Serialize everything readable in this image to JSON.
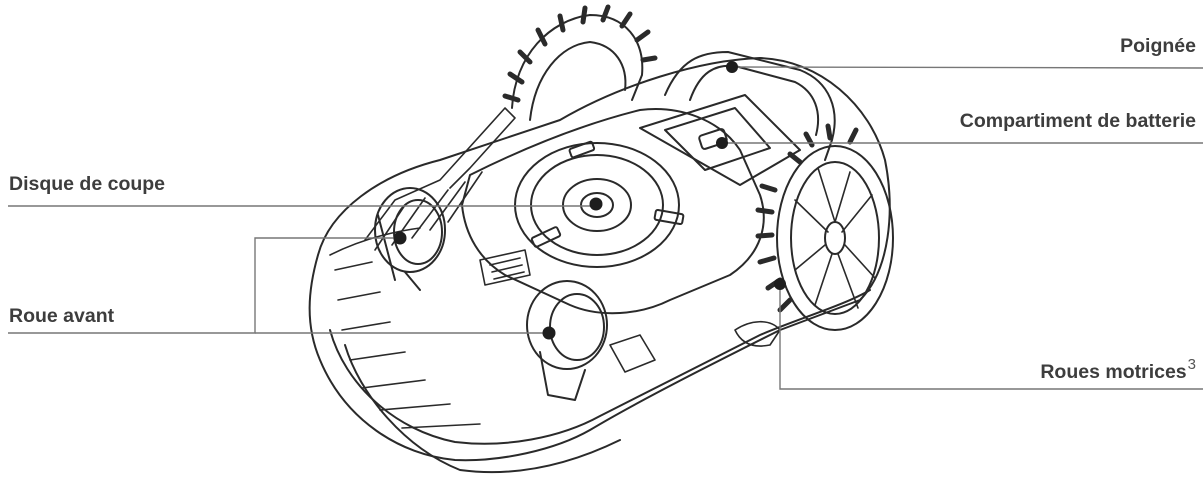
{
  "labels": {
    "handle": "Poignée",
    "battery": "Compartiment de batterie",
    "blade": "Disque de coupe",
    "front_wheel": "Roue avant",
    "drive_wheels": "Roues motrices",
    "drive_wheels_superscript": "3"
  },
  "colors": {
    "line_art": "#2a2a2a",
    "leader_line": "#777777",
    "label_text": "#3d3d3d",
    "background": "#ffffff"
  }
}
